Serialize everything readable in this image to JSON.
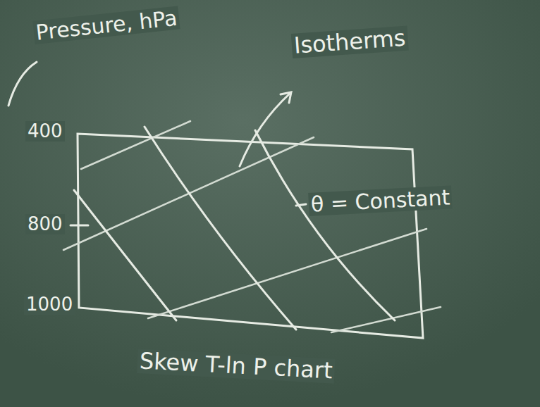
{
  "diagram": {
    "caption": "Skew T-ln P chart",
    "labels": [
      "Pressure, hPa",
      "400",
      "800",
      "1000",
      "Isotherms",
      "θ = Constant"
    ]
  }
}
